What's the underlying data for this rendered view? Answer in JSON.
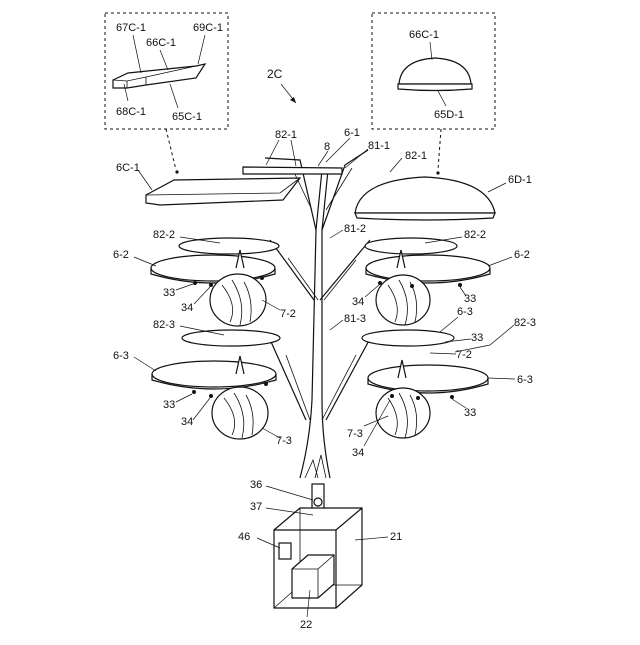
{
  "figure": {
    "labels": {
      "assembly": "2C",
      "inset_left_top_a": "67C-1",
      "inset_left_top_b": "66C-1",
      "inset_left_top_c": "69C-1",
      "inset_left_bot_a": "68C-1",
      "inset_left_bot_b": "65C-1",
      "inset_right_top": "66C-1",
      "inset_right_bot": "65D-1",
      "lbl_82_1_top": "82-1",
      "lbl_6_1": "6-1",
      "lbl_8": "8",
      "lbl_81_1": "81-1",
      "lbl_82_1_right": "82-1",
      "lbl_6c_1": "6C-1",
      "lbl_6d_1": "6D-1",
      "lbl_82_2_left": "82-2",
      "lbl_81_2": "81-2",
      "lbl_82_2_right": "82-2",
      "lbl_6_2_left": "6-2",
      "lbl_6_2_right": "6-2",
      "lbl_33_l1": "33",
      "lbl_34_l1": "34",
      "lbl_7_2_left": "7-2",
      "lbl_34_r1": "34",
      "lbl_33_r1": "33",
      "lbl_82_3_left": "82-3",
      "lbl_81_3": "81-3",
      "lbl_6_3_upper_right": "6-3",
      "lbl_82_3_right": "82-3",
      "lbl_33_r2a": "33",
      "lbl_7_2_right": "7-2",
      "lbl_6_3_left": "6-3",
      "lbl_6_3_right": "6-3",
      "lbl_33_l2": "33",
      "lbl_34_l2": "34",
      "lbl_7_3_left": "7-3",
      "lbl_7_3_right": "7-3",
      "lbl_33_r2b": "33",
      "lbl_34_r2": "34",
      "lbl_36": "36",
      "lbl_37": "37",
      "lbl_46": "46",
      "lbl_21": "21",
      "lbl_22": "22"
    }
  }
}
